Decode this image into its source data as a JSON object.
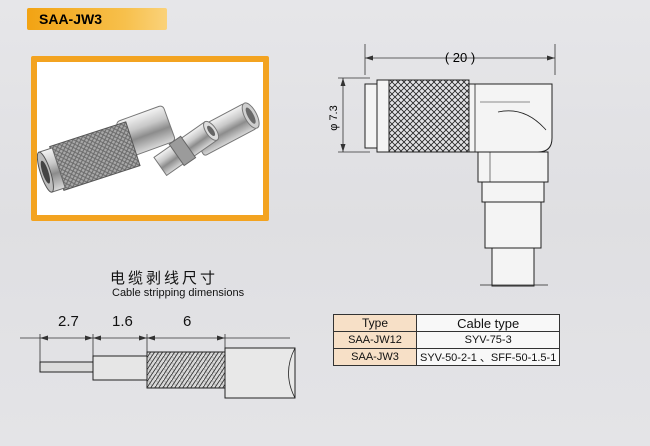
{
  "title": "SAA-JW3",
  "connector_drawing": {
    "length_dimension": "( 20 )",
    "diameter_dimension": "φ 7.3"
  },
  "stripping": {
    "heading_cn": "电缆剥线尺寸",
    "heading_en": "Cable stripping dimensions",
    "dims": [
      "2.7",
      "1.6",
      "6"
    ]
  },
  "table": {
    "headers": [
      "Type",
      "Cable type"
    ],
    "rows": [
      [
        "SAA-JW12",
        "SYV-75-3"
      ],
      [
        "SAA-JW3",
        "SYV-50-2-1 、SFF-50-1.5-1"
      ]
    ]
  }
}
